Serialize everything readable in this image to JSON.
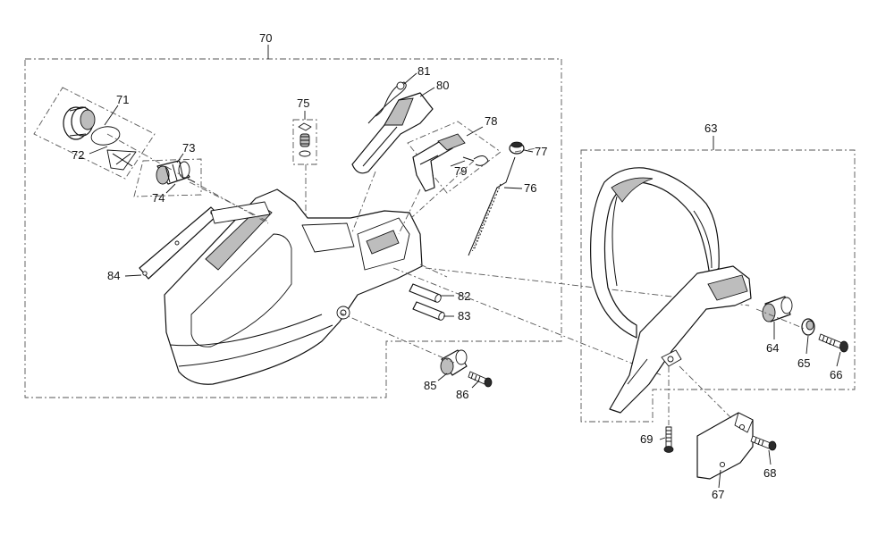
{
  "labels": {
    "p63": "63",
    "p64": "64",
    "p65": "65",
    "p66": "66",
    "p67": "67",
    "p68": "68",
    "p69": "69",
    "p70": "70",
    "p71": "71",
    "p72": "72",
    "p73": "73",
    "p74": "74",
    "p75": "75",
    "p76": "76",
    "p77": "77",
    "p78": "78",
    "p79": "79",
    "p80": "80",
    "p81": "81",
    "p82": "82",
    "p83": "83",
    "p84": "84",
    "p85": "85",
    "p86": "86"
  },
  "colors": {
    "line": "#111111",
    "shade": "#bdbdbd",
    "background": "#ffffff"
  }
}
